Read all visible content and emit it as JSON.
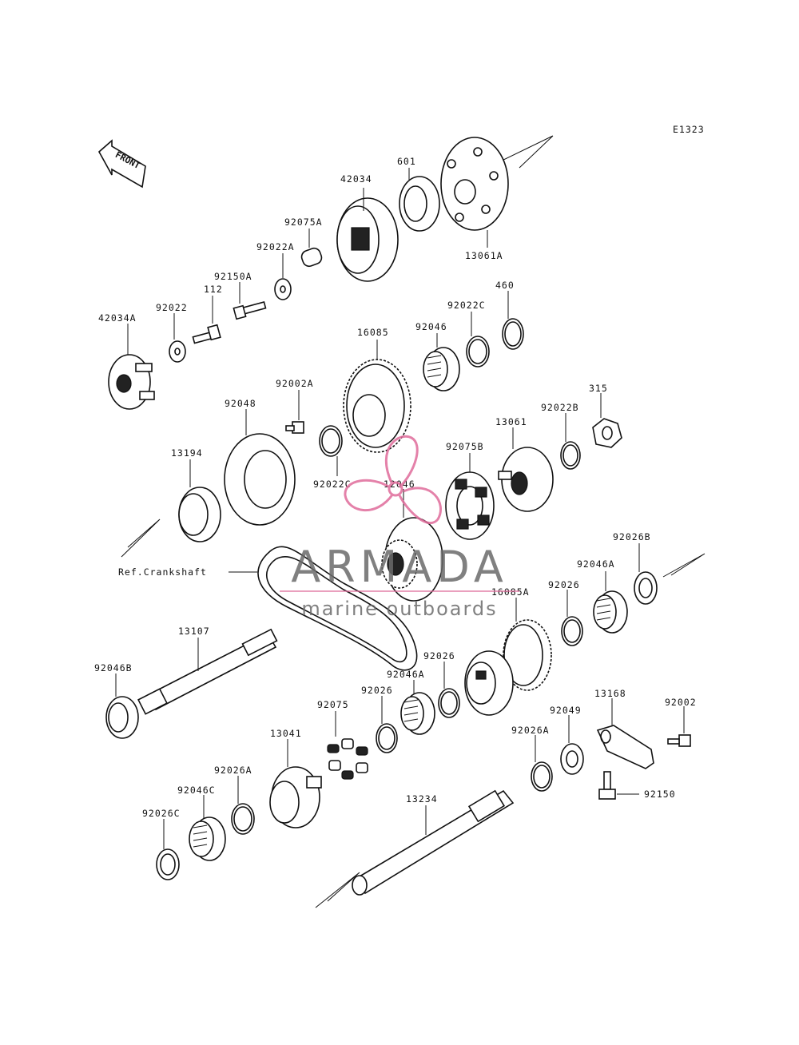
{
  "diagram": {
    "code": "E1323",
    "front_label": "FRONT",
    "crankshaft_ref": "Ref.Crankshaft"
  },
  "watermark": {
    "brand": "ARMADA",
    "tagline": "marine outboards",
    "logo_color": "#e06c9b"
  },
  "parts": {
    "p42034": "42034",
    "p601": "601",
    "p13061A": "13061A",
    "p92075A": "92075A",
    "p92022A": "92022A",
    "p92150A": "92150A",
    "p112": "112",
    "p92022": "92022",
    "p42034A": "42034A",
    "p460": "460",
    "p92022C_top": "92022C",
    "p92046": "92046",
    "p16085": "16085",
    "p92002A": "92002A",
    "p92048": "92048",
    "p315": "315",
    "p92022B": "92022B",
    "p13061": "13061",
    "p92075B": "92075B",
    "p13194": "13194",
    "p92022C_mid": "92022C",
    "p12046": "12046",
    "p92026B": "92026B",
    "p92046A_right": "92046A",
    "p92026_right": "92026",
    "p16085A": "16085A",
    "p13107": "13107",
    "p92046B": "92046B",
    "p92026_mid": "92026",
    "p92046A_mid": "92046A",
    "p92026_left": "92026",
    "p92075": "92075",
    "p13168": "13168",
    "p92002": "92002",
    "p92049": "92049",
    "p92026A_right": "92026A",
    "p13041": "13041",
    "p92026A_left": "92026A",
    "p92046C": "92046C",
    "p92026C": "92026C",
    "p13234": "13234",
    "p92150": "92150"
  }
}
